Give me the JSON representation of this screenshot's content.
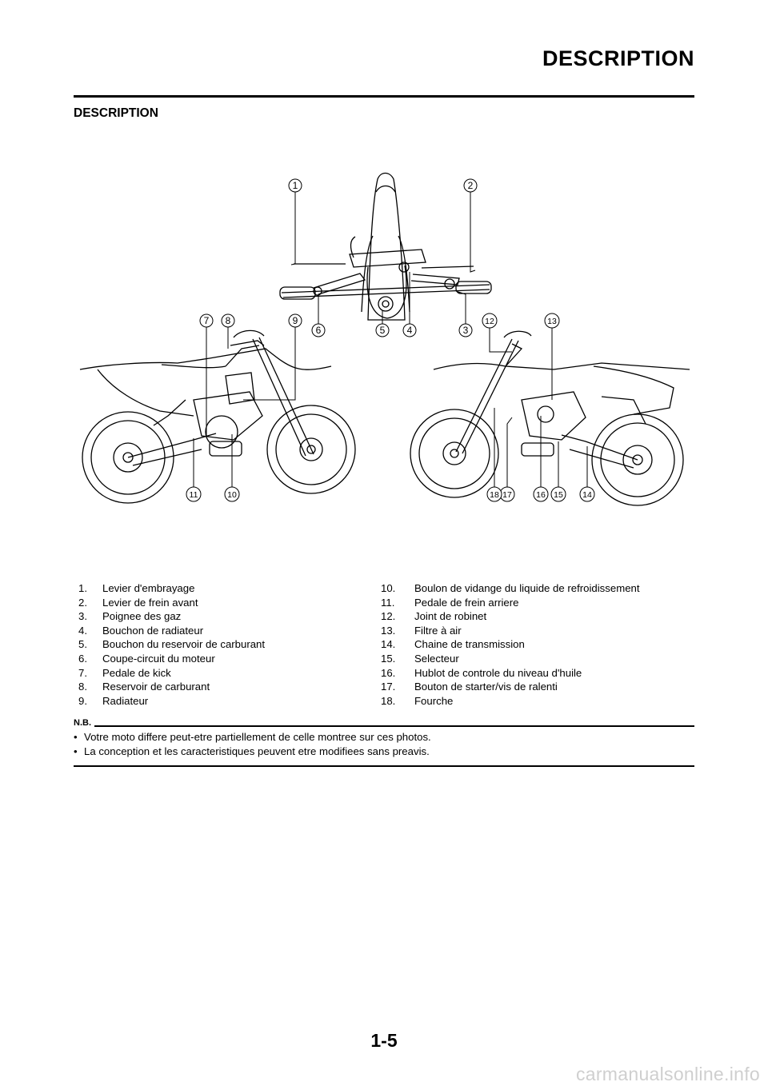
{
  "header": {
    "title": "DESCRIPTION"
  },
  "section": {
    "title": "DESCRIPTION"
  },
  "diagram": {
    "callouts": [
      "1",
      "2",
      "3",
      "4",
      "5",
      "6",
      "7",
      "8",
      "9",
      "10",
      "11",
      "12",
      "13",
      "14",
      "15",
      "16",
      "17",
      "18"
    ]
  },
  "legend": {
    "left": [
      {
        "num": "1.",
        "text": "Levier d'embrayage"
      },
      {
        "num": "2.",
        "text": "Levier de frein avant"
      },
      {
        "num": "3.",
        "text": "Poignee des gaz"
      },
      {
        "num": "4.",
        "text": "Bouchon de radiateur"
      },
      {
        "num": "5.",
        "text": "Bouchon du reservoir de carburant"
      },
      {
        "num": "6.",
        "text": "Coupe-circuit du moteur"
      },
      {
        "num": "7.",
        "text": "Pedale de kick"
      },
      {
        "num": "8.",
        "text": "Reservoir de carburant"
      },
      {
        "num": "9.",
        "text": "Radiateur"
      }
    ],
    "right": [
      {
        "num": "10.",
        "text": "Boulon de vidange du liquide de refroidissement"
      },
      {
        "num": "11.",
        "text": "Pedale de frein arriere"
      },
      {
        "num": "12.",
        "text": "Joint de robinet"
      },
      {
        "num": "13.",
        "text": "Filtre à air"
      },
      {
        "num": "14.",
        "text": "Chaine de transmission"
      },
      {
        "num": "15.",
        "text": "Selecteur"
      },
      {
        "num": "16.",
        "text": "Hublot de controle du niveau d'huile"
      },
      {
        "num": "17.",
        "text": "Bouton de starter/vis de ralenti"
      },
      {
        "num": "18.",
        "text": "Fourche"
      }
    ]
  },
  "note": {
    "label": "N.B.",
    "bullet": "•",
    "items": [
      "Votre moto differe peut-etre partiellement de celle montree sur ces photos.",
      "La conception et les caracteristiques peuvent etre modifiees sans preavis."
    ]
  },
  "footer": {
    "page_number": "1-5"
  },
  "watermark": {
    "text": "carmanualsonline.info"
  }
}
